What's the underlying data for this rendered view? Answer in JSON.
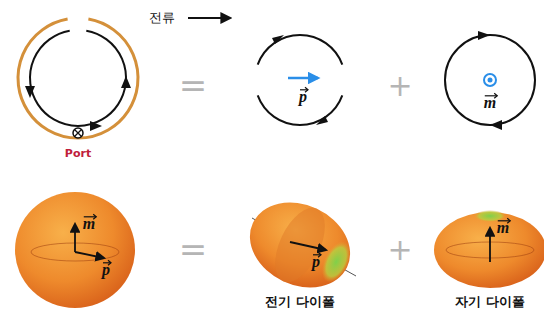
{
  "diagram": {
    "labels": [
      "전류",
      "Port",
      "=",
      "p",
      "+",
      "m",
      "m",
      "p",
      "=",
      "p",
      "+",
      "m",
      "전기 다이폴",
      "자기 다이폴"
    ]
  }
}
